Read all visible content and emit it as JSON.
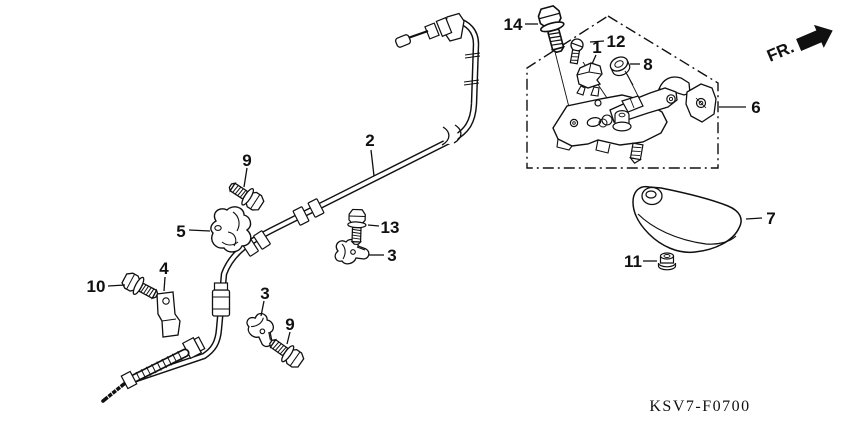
{
  "diagram": {
    "fr_label": "FR.",
    "part_code": "KSV7-F0700",
    "colors": {
      "line": "#101010",
      "background": "#ffffff"
    },
    "callouts": [
      {
        "id": "callout-14",
        "label": "14"
      },
      {
        "id": "callout-12",
        "label": "12"
      },
      {
        "id": "callout-1",
        "label": "1"
      },
      {
        "id": "callout-8",
        "label": "8"
      },
      {
        "id": "callout-6",
        "label": "6"
      },
      {
        "id": "callout-2",
        "label": "2"
      },
      {
        "id": "callout-13",
        "label": "13"
      },
      {
        "id": "callout-3-upper",
        "label": "3"
      },
      {
        "id": "callout-5",
        "label": "5"
      },
      {
        "id": "callout-9-upper",
        "label": "9"
      },
      {
        "id": "callout-10",
        "label": "10"
      },
      {
        "id": "callout-4",
        "label": "4"
      },
      {
        "id": "callout-3-lower",
        "label": "3"
      },
      {
        "id": "callout-9-lower",
        "label": "9"
      },
      {
        "id": "callout-7",
        "label": "7"
      },
      {
        "id": "callout-11",
        "label": "11"
      }
    ]
  }
}
